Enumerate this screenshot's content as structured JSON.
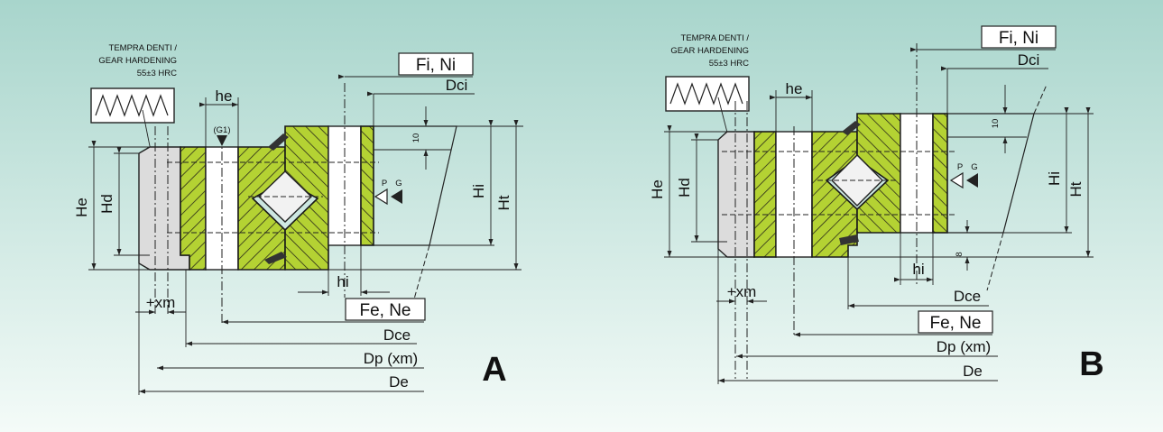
{
  "colors": {
    "bg_top": "#a8d5cc",
    "bg_bottom": "#f4fbf8",
    "hatch_green": "#b4d233",
    "gray_part": "#dcdcdc",
    "ink": "#111111"
  },
  "panel_a": {
    "letter": "A",
    "gear_note": [
      "TEMPRA DENTI /",
      "GEAR HARDENING",
      "55±3 HRC"
    ],
    "labels": {
      "he": "he",
      "g1": "(G1)",
      "fi_ni": "Fi, Ni",
      "dci": "Dci",
      "ten": "10",
      "hd": "Hd",
      "he_dim": "He",
      "hi": "Hi",
      "ht": "Ht",
      "p": "P",
      "g": "G",
      "hi_small": "hi",
      "xm": "+xm",
      "fe_ne": "Fe, Ne",
      "dce": "Dce",
      "dp": "Dp (xm)",
      "de": "De"
    }
  },
  "panel_b": {
    "letter": "B",
    "gear_note": [
      "TEMPRA DENTI /",
      "GEAR HARDENING",
      "55±3 HRC"
    ],
    "labels": {
      "fi_ni": "Fi, Ni",
      "dci": "Dci",
      "he": "he",
      "ten": "10",
      "he_dim": "He",
      "hd": "Hd",
      "hi": "Hi",
      "ht": "Ht",
      "p": "P",
      "g": "G",
      "eight": "8",
      "hi_small": "hi",
      "xm": "+xm",
      "dce": "Dce",
      "fe_ne": "Fe, Ne",
      "dp": "Dp (xm)",
      "de": "De"
    }
  }
}
